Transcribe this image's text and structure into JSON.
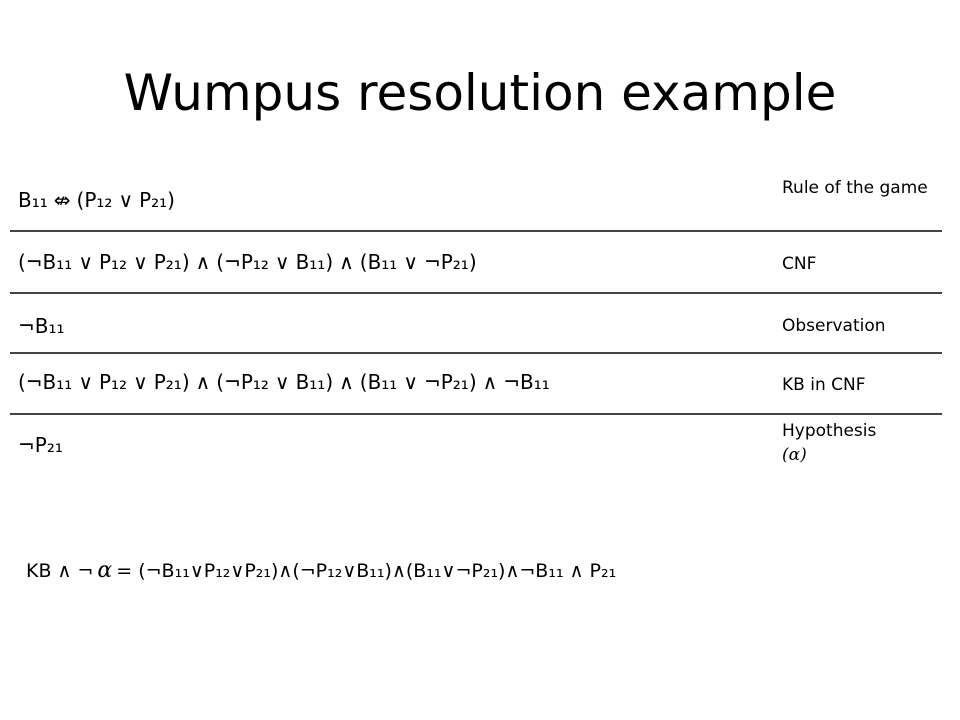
{
  "slide": {
    "title": "Wumpus resolution example"
  },
  "rows": [
    {
      "formula_tokens": [
        "B₁₁",
        "⇎",
        "(P₁₂",
        "∨",
        "P₂₁)"
      ],
      "label": "Rule of the game"
    },
    {
      "formula_tokens": [
        "(¬B₁₁",
        "∨",
        "P₁₂",
        "∨",
        "P₂₁)",
        "∧",
        "(¬P₁₂",
        "∨",
        "B₁₁)",
        "∧",
        "(B₁₁",
        "∨",
        "¬P₂₁)"
      ],
      "label": "CNF"
    },
    {
      "formula_tokens": [
        "¬B₁₁"
      ],
      "label": "Observation"
    },
    {
      "formula_tokens": [
        "(¬B₁₁",
        "∨",
        "P₁₂",
        "∨",
        "P₂₁)",
        "∧",
        "(¬P₁₂",
        "∨",
        "B₁₁)",
        "∧",
        "(B₁₁",
        "∨",
        "¬P₂₁)",
        "∧",
        "¬B₁₁"
      ],
      "label": "KB in CNF"
    },
    {
      "formula_tokens": [
        "¬P₂₁"
      ],
      "label": "Hypothesis",
      "label_alpha": "(α)"
    }
  ],
  "bottom_equation": {
    "lhs_prefix": "KB ∧ ¬",
    "alpha": "α",
    "rhs": "= (¬B₁₁∨P₁₂∨P₂₁)∧(¬P₁₂∨B₁₁)∧(B₁₁∨¬P₂₁)∧¬B₁₁ ∧ P₂₁"
  }
}
